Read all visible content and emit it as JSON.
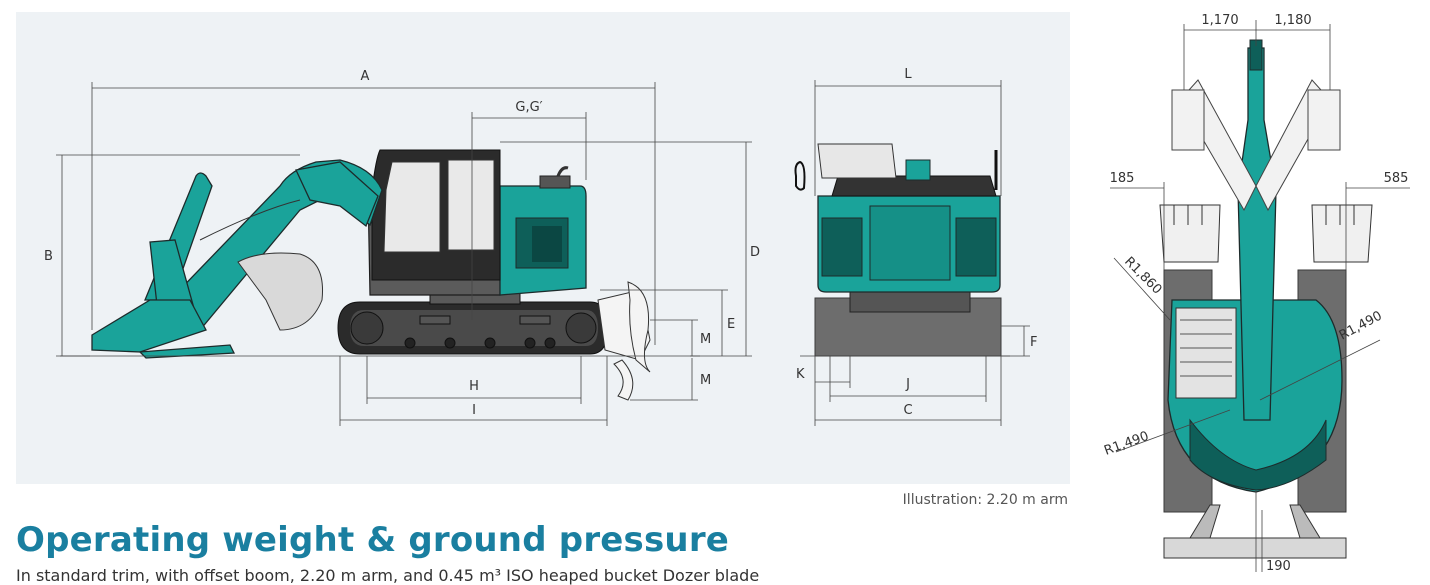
{
  "side_view": {
    "dims": {
      "A": "A",
      "B": "B",
      "D": "D",
      "E": "E",
      "G": "G,G′",
      "H": "H",
      "I": "I",
      "M1": "M",
      "M2": "M"
    }
  },
  "rear_view": {
    "dims": {
      "L": "L",
      "F": "F",
      "K": "K",
      "J": "J",
      "C": "C"
    }
  },
  "top_view": {
    "dims": {
      "left_width": "1,170",
      "right_width": "1,180",
      "left_offset": "185",
      "right_offset": "585",
      "r_left_upper": "R1,860",
      "r_right": "R1,490",
      "r_left_lower": "R1,490",
      "bottom": "190"
    }
  },
  "caption": "Illustration: 2.20 m arm",
  "section": {
    "title": "Operating weight & ground pressure",
    "subtitle": "In standard trim, with offset boom, 2.20 m arm, and 0.45 m³ ISO heaped bucket Dozer blade"
  },
  "colors": {
    "accent": "#1aa39a",
    "title": "#1a7fa0",
    "panel": "#eef2f5"
  }
}
